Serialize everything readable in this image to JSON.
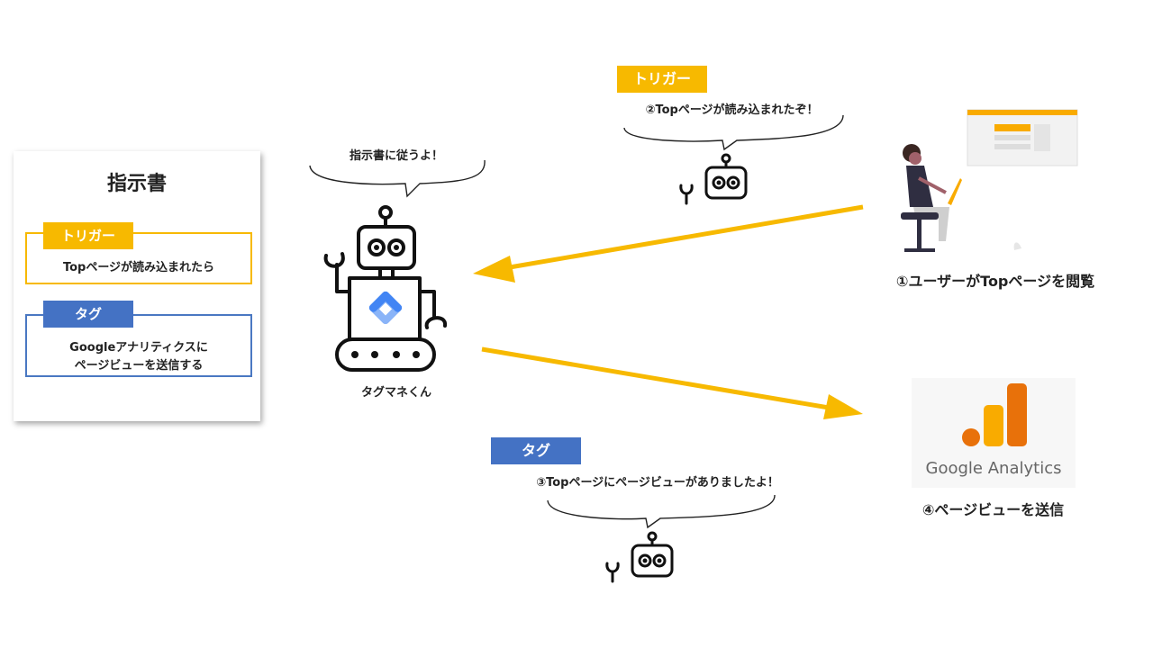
{
  "instruction_card": {
    "title": "指示書",
    "trigger_label": "トリガー",
    "trigger_text": "Topページが読み込まれたら",
    "tag_label": "タグ",
    "tag_line1": "Googleアナリティクスに",
    "tag_line2": "ページビューを送信する"
  },
  "robot": {
    "speech": "指示書に従うよ！",
    "name": "タグマネくん"
  },
  "step2": {
    "label": "トリガー",
    "speech": "②Topページが読み込まれたぞ！"
  },
  "step1": {
    "caption": "①ユーザーがTopページを閲覧"
  },
  "step3": {
    "label": "タグ",
    "speech": "③Topページにページビューがありましたよ！"
  },
  "step4": {
    "logo_text": "Google Analytics",
    "caption": "④ページビューを送信"
  },
  "colors": {
    "trigger": "#f7b900",
    "tag": "#4472c4",
    "arrow": "#f7b900",
    "ga_dark": "#e8710a",
    "ga_light": "#f9ab00"
  }
}
